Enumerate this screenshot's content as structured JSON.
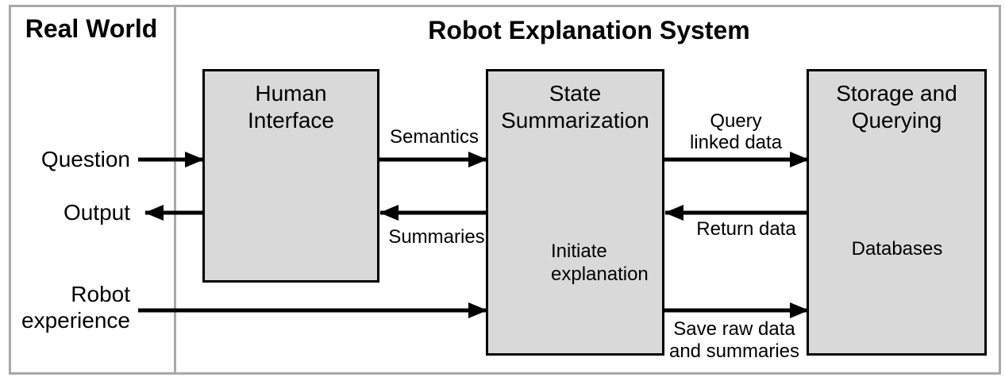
{
  "sections": {
    "real_world_title": "Real World",
    "system_title": "Robot Explanation System"
  },
  "boxes": {
    "human_interface": {
      "title": "Human\nInterface"
    },
    "state_summarization": {
      "title": "State\nSummarization"
    },
    "storage_querying": {
      "title": "Storage and\nQuerying"
    }
  },
  "io_labels": {
    "question": "Question",
    "output": "Output",
    "robot_experience": "Robot\nexperience"
  },
  "flow_labels": {
    "semantics": "Semantics",
    "summaries": "Summaries",
    "query_linked_data": "Query\nlinked data",
    "return_data": "Return data",
    "save_raw_data": "Save raw data\nand summaries",
    "initiate_explanation": "Initiate\nexplanation"
  },
  "database": {
    "label": "Databases",
    "icon": "database-cylinder-icon"
  },
  "colors": {
    "box_fill": "#d9d9d9",
    "box_border": "#000000",
    "frame_border": "#a9a9a9",
    "arrow": "#000000",
    "cylinder_stroke": "#a9a9a9"
  }
}
